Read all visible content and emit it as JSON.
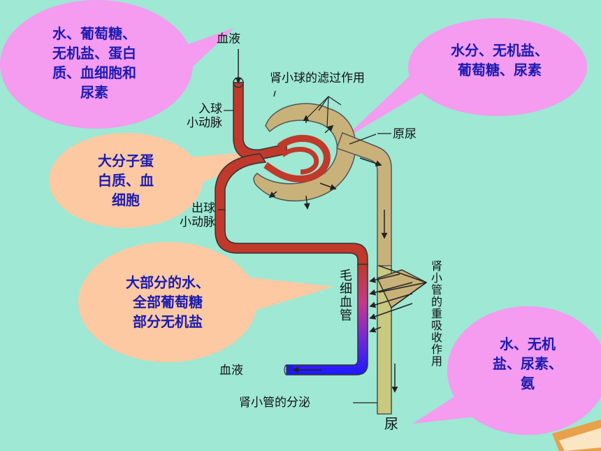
{
  "bubbles": {
    "afferent_blood": "水、葡萄糖、\n无机盐、蛋白\n质、血细胞和\n尿素",
    "filtrate": "水分、无机盐、\n葡萄糖、尿素",
    "retained": "大分子蛋\n白质、血\n细胞",
    "reabsorbed": "大部分的水、\n全部葡萄糖\n部分无机盐",
    "urine": "水、无机\n盐、尿素、\n氨"
  },
  "labels": {
    "blood_in": "血液",
    "glomerular_filtration": "肾小球的滤过作用",
    "afferent_arteriole": "入球\n小动脉",
    "primary_urine": "原尿",
    "efferent_arteriole": "出球\n小动脉",
    "capillary": "毛细血管",
    "tubular_reabsorption": "肾小管的重吸收作用",
    "blood_out": "血液",
    "tubular_secretion": "肾小管的分泌",
    "urine": "尿"
  },
  "colors": {
    "background": "#9ee8d4",
    "bubble_pink": "#f59bf0",
    "bubble_peach": "#fcc9a2",
    "bubble_text": "#1b1bb0",
    "tubule": "#c9b27a",
    "collecting_duct": "#c9c97f",
    "artery": "#c0392b",
    "vein": "#1a1aff"
  }
}
